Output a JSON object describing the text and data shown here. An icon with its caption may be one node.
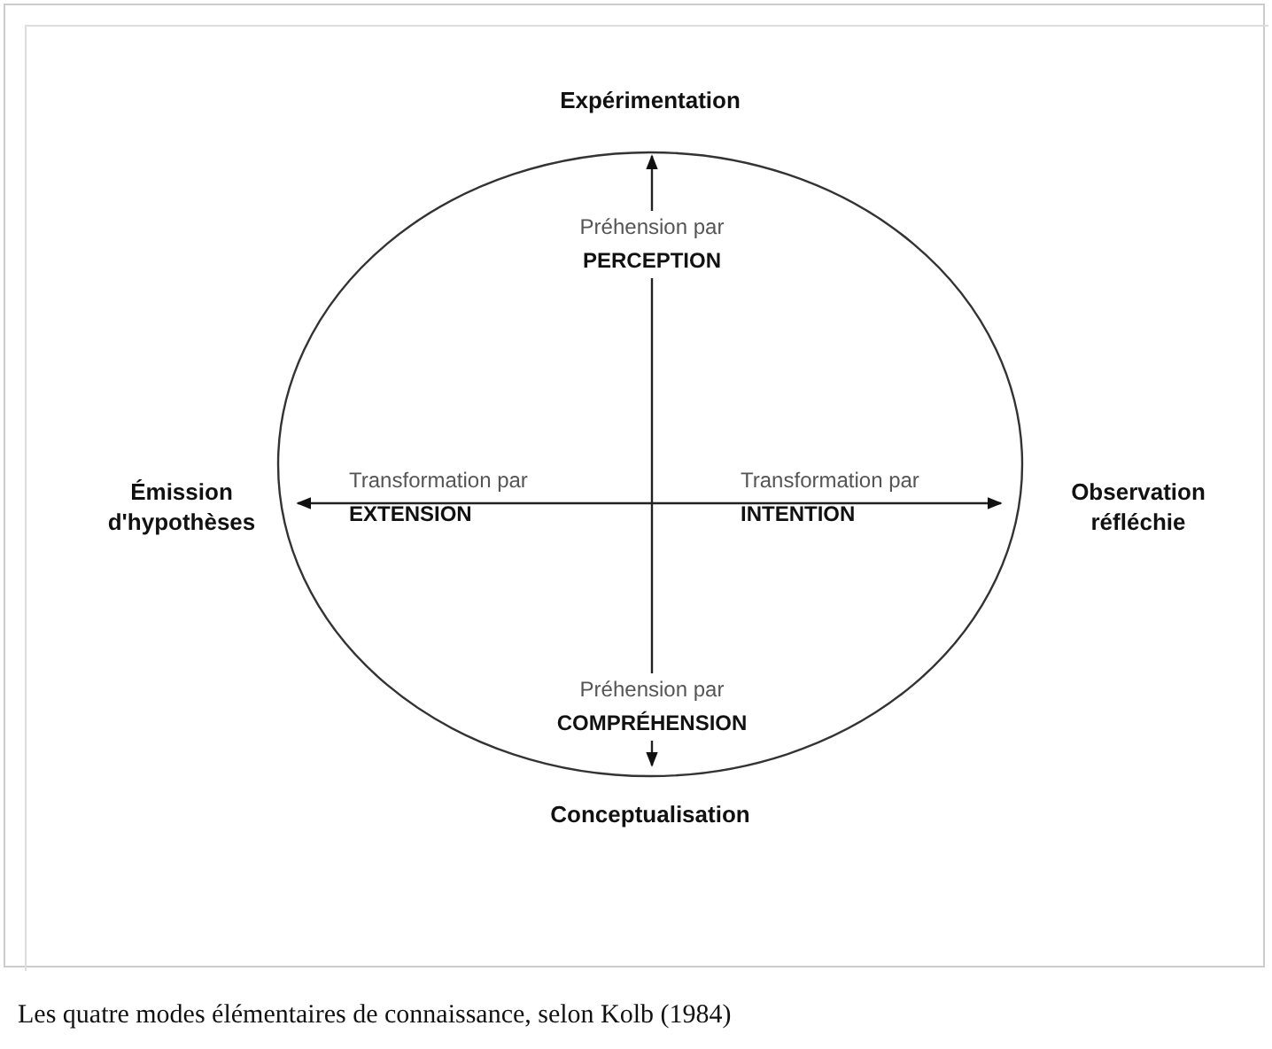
{
  "diagram": {
    "caption": "Les quatre modes élémentaires de connaissance, selon Kolb (1984)",
    "nodes": [
      {
        "text": [
          "Expérimentation"
        ]
      },
      {
        "text": [
          "Émission d'hypothèses"
        ]
      },
      {
        "text": [
          "Observation réfléchie"
        ]
      },
      {
        "text": [
          "Conceptualisation"
        ]
      }
    ],
    "edges": [
      {
        "from": 3,
        "to": 0,
        "arrow": "both"
      },
      {
        "from": 1,
        "to": 2,
        "arrow": "both"
      }
    ],
    "labels": [
      "Préhension par **PERCEPTION**",
      "Transformation par **EXTENSION**",
      "Transformation par **INTENTION**",
      "Préhension par **COMPRÉHENSION**"
    ]
  }
}
